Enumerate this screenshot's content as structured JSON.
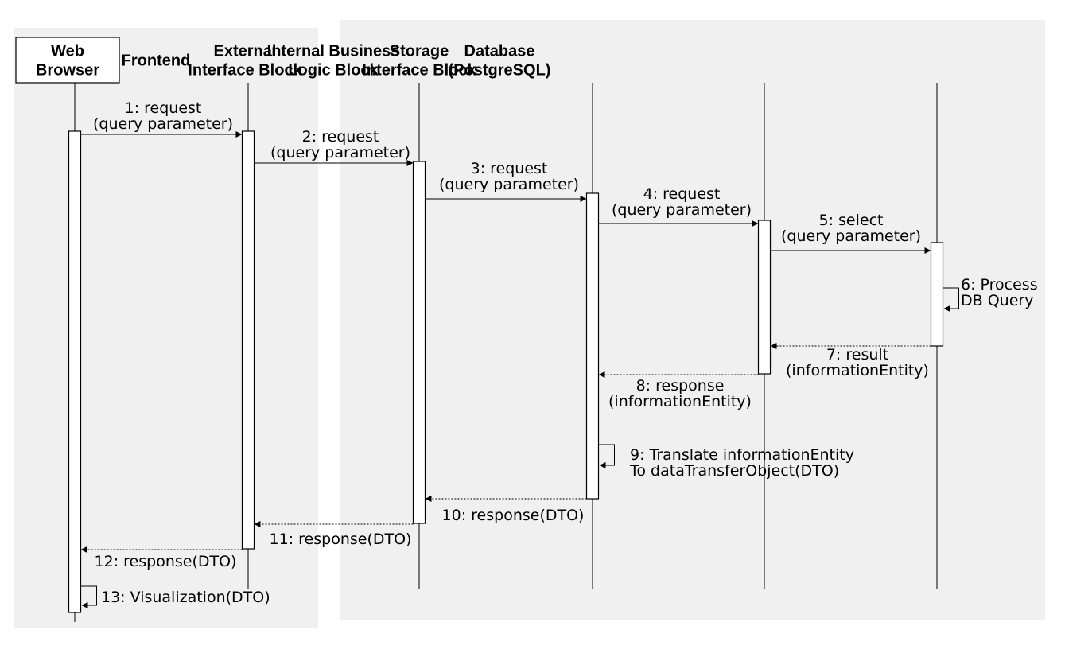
{
  "participants": [
    {
      "id": "web_browser",
      "lines": [
        "Web",
        "Browser"
      ]
    },
    {
      "id": "frontend",
      "lines": [
        "Frontend"
      ]
    },
    {
      "id": "external_interface",
      "lines": [
        "External",
        "Interface Block"
      ]
    },
    {
      "id": "internal_business",
      "lines": [
        "Internal Business",
        "Logic Block"
      ]
    },
    {
      "id": "storage_interface",
      "lines": [
        "Storage",
        "Interface Block"
      ]
    },
    {
      "id": "database",
      "lines": [
        "Database",
        "(PostgreSQL)"
      ]
    }
  ],
  "messages": [
    {
      "n": 1,
      "from": "web_browser",
      "to": "frontend",
      "kind": "call",
      "lines": [
        "1: request",
        "(query parameter)"
      ]
    },
    {
      "n": 2,
      "from": "frontend",
      "to": "external_interface",
      "kind": "call",
      "lines": [
        "2: request",
        "(query parameter)"
      ]
    },
    {
      "n": 3,
      "from": "external_interface",
      "to": "internal_business",
      "kind": "call",
      "lines": [
        "3: request",
        "(query parameter)"
      ]
    },
    {
      "n": 4,
      "from": "internal_business",
      "to": "storage_interface",
      "kind": "call",
      "lines": [
        "4: request",
        "(query parameter)"
      ]
    },
    {
      "n": 5,
      "from": "storage_interface",
      "to": "database",
      "kind": "call",
      "lines": [
        "5: select",
        "(query parameter)"
      ]
    },
    {
      "n": 6,
      "from": "database",
      "to": "database",
      "kind": "self",
      "lines": [
        "6: Process",
        "DB Query"
      ]
    },
    {
      "n": 7,
      "from": "database",
      "to": "storage_interface",
      "kind": "return",
      "lines": [
        "7: result",
        "(informationEntity)"
      ]
    },
    {
      "n": 8,
      "from": "storage_interface",
      "to": "internal_business",
      "kind": "return",
      "lines": [
        "8: response",
        "(informationEntity)"
      ]
    },
    {
      "n": 9,
      "from": "internal_business",
      "to": "internal_business",
      "kind": "self",
      "lines": [
        "9: Translate informationEntity",
        "To dataTransferObject(DTO)"
      ]
    },
    {
      "n": 10,
      "from": "internal_business",
      "to": "external_interface",
      "kind": "return",
      "lines": [
        "10: response(DTO)"
      ]
    },
    {
      "n": 11,
      "from": "external_interface",
      "to": "frontend",
      "kind": "return",
      "lines": [
        "11: response(DTO)"
      ]
    },
    {
      "n": 12,
      "from": "frontend",
      "to": "web_browser",
      "kind": "return",
      "lines": [
        "12: response(DTO)"
      ]
    },
    {
      "n": 13,
      "from": "web_browser",
      "to": "web_browser",
      "kind": "self",
      "lines": [
        "13: Visualization(DTO)"
      ]
    }
  ],
  "colors": {
    "panel": "#f0f0f0",
    "line": "#000000",
    "box": "#ffffff"
  }
}
